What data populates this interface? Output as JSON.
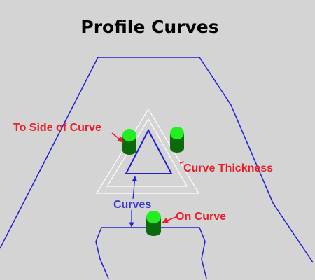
{
  "title": "Profile Curves",
  "labels": {
    "to_side": "To Side of Curve",
    "curve_thickness": "Curve Thickness",
    "curves": "Curves",
    "on_curve": "On Curve"
  },
  "colors": {
    "background": "#d4d4d4",
    "curve_blue": "#1f1fd6",
    "thickness_white": "#ffffff",
    "label_red": "#e8202a",
    "label_blue": "#3a3ad0",
    "tool_green_bright": "#22ee22",
    "tool_green_dark": "#0b6a0b"
  }
}
